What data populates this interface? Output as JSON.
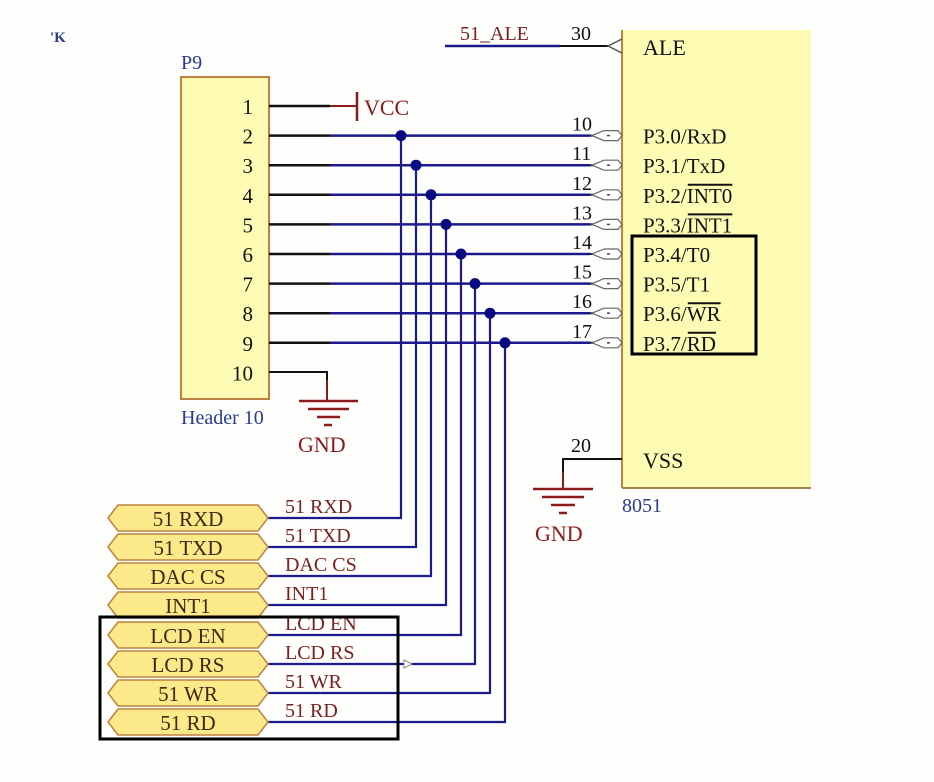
{
  "colors": {
    "wire": "#1a1a8c",
    "pin_wire": "#111111",
    "power": "#8b1a1a",
    "component_fill": "#fefbb4",
    "component_border": "#c08040",
    "designator": "#2b3a8c",
    "net_label": "#7a2020",
    "highlight_box": "#000000",
    "port_fill": "#fbe98a"
  },
  "corner_fragment": "'K",
  "header": {
    "designator": "P9",
    "comment": "Header 10",
    "pins": [
      "1",
      "2",
      "3",
      "4",
      "5",
      "6",
      "7",
      "8",
      "9",
      "10"
    ],
    "vcc_label": "VCC",
    "gnd_label": "GND"
  },
  "mcu": {
    "comment": "8051",
    "ale": {
      "net": "51_ALE",
      "pin_number": "30",
      "pin_name": "ALE"
    },
    "port3_pins": [
      {
        "number": "10",
        "name": "P3.0/RxD",
        "prefix": "P3.0/",
        "suffix": "RxD",
        "overline": false
      },
      {
        "number": "11",
        "name": "P3.1/TxD",
        "prefix": "P3.1/",
        "suffix": "TxD",
        "overline": false
      },
      {
        "number": "12",
        "name": "P3.2/INT0",
        "prefix": "P3.2/",
        "suffix": "INT0",
        "overline": true
      },
      {
        "number": "13",
        "name": "P3.3/INT1",
        "prefix": "P3.3/",
        "suffix": "INT1",
        "overline": true
      },
      {
        "number": "14",
        "name": "P3.4/T0",
        "prefix": "P3.4/",
        "suffix": "T0",
        "overline": false
      },
      {
        "number": "15",
        "name": "P3.5/T1",
        "prefix": "P3.5/",
        "suffix": "T1",
        "overline": false
      },
      {
        "number": "16",
        "name": "P3.6/WR",
        "prefix": "P3.6/",
        "suffix": "WR",
        "overline": true
      },
      {
        "number": "17",
        "name": "P3.7/RD",
        "prefix": "P3.7/",
        "suffix": "RD",
        "overline": true
      }
    ],
    "vss": {
      "pin_number": "20",
      "pin_name": "VSS",
      "gnd_label": "GND"
    }
  },
  "ports": [
    {
      "port_label": "51_RXD",
      "net_label": "51_RXD"
    },
    {
      "port_label": "51_TXD",
      "net_label": "51_TXD"
    },
    {
      "port_label": "DAC_CS",
      "net_label": "DAC_CS"
    },
    {
      "port_label": "INT1",
      "net_label": "INT1"
    },
    {
      "port_label": "LCD_EN",
      "net_label": "LCD_EN"
    },
    {
      "port_label": "LCD_RS",
      "net_label": "LCD_RS"
    },
    {
      "port_label": "51_WR",
      "net_label": "51_WR"
    },
    {
      "port_label": "51_RD",
      "net_label": "51_RD"
    }
  ]
}
